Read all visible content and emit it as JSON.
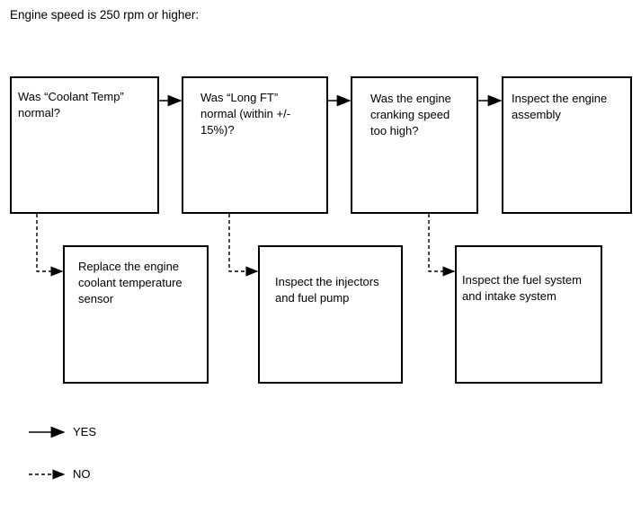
{
  "title": "Engine speed is 250 rpm or higher:",
  "flowchart": {
    "top_row": [
      {
        "label": "Was “Coolant Temp”\nnormal?"
      },
      {
        "label": "Was “Long FT”\nnormal (within +/-\n15%)?"
      },
      {
        "label": "Was the engine\ncranking speed\ntoo high?"
      },
      {
        "label": "Inspect the engine\nassembly"
      }
    ],
    "bottom_row": [
      {
        "label": "Replace the engine\ncoolant temperature\nsensor"
      },
      {
        "label": "Inspect the injectors\nand fuel pump"
      },
      {
        "label": "Inspect the fuel system\nand intake system"
      }
    ],
    "legend": [
      {
        "style": "solid",
        "label": "YES"
      },
      {
        "style": "dashed",
        "label": "NO"
      }
    ]
  },
  "colors": {
    "line": "#000000",
    "text": "#000000",
    "background": "#ffffff"
  }
}
